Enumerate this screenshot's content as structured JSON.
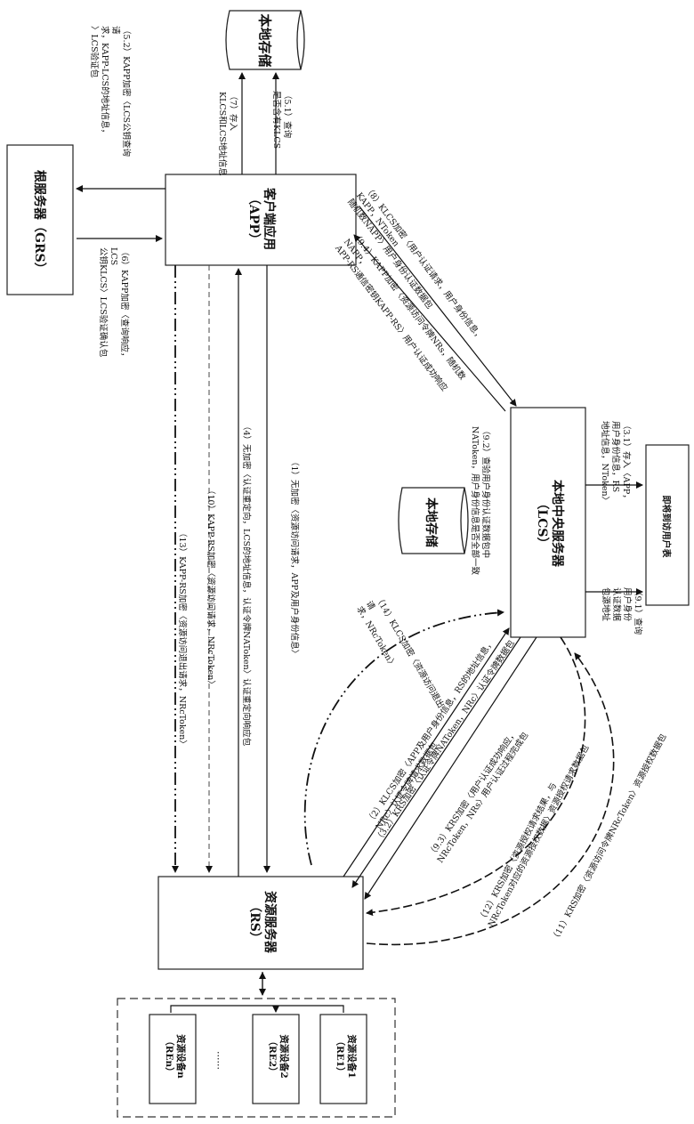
{
  "nodes": {
    "local_storage_top": "本地存储",
    "grs": "根服务器（GRS）",
    "app": "客户端应用\n（APP）",
    "lcs": "本地中央服务器\n（LCS）",
    "local_storage_lcs": "本地存储",
    "user_table": "即将到访用户表",
    "rs": "资源服务器\n（RS）",
    "re1": "资源设备1\n（RE1）",
    "re2": "资源设备2\n（RE2）",
    "ren": "资源设备n\n（REn）",
    "ellipsis": "......"
  },
  "messages": {
    "m5_1": "（5.1）查询\n是否含有KLCS",
    "m7": "（7）存入\nKLCS和LCS地址信息",
    "m5_2": "（5.2）KAPP加密〈LCS公钥查询请\n求，KAPP-LCS的地址信息，\n〉LCS验证包",
    "m6": "（6）KAPP加密〈查询响应，LCS\n公钥KLCS〉LCS验证确认包",
    "m8": "（8）KLCS加密〈用户认证请求，用户身份信息，KAPP，NToken\n随机数NAPP〉用户身份认证数据包",
    "m9_4": "（9.4）KAPP加密〈资源访问令牌NRs，随机数NAPP，\nAPP-RS通信密钥KAPP-RS〉用户认证成功响应",
    "m9_2": "（9.2）查验用户身份认证数据包中\nNAToken，用户身份信息是否全部一致",
    "m3_1": "（3.1）存入〈APP，\n用户身份信息，RS\n地址信息，NToken〉",
    "m9_1": "（9.1）查询\n用户身份\n认证数据\n包源地址",
    "m1": "（1）无加密〈资源访问请求，APP及用户身份信息〉",
    "m4": "（4）无加密〈认证重定向，LCS的地址信息，认证令牌NAToken〉认证重定向响应包",
    "m10": "（10）KAPP-RS加密〈资源访问请求，NRcToken〉",
    "m13": "（13）KAPP-RS加密〈资源访问退出请求，NRcToken〉",
    "m14": "（14）KLCS加密〈资源访问退出请\n求，NRcToken〉",
    "m2": "（2）KLCS加密〈APP及用户身份信息，RS的地址信息，\nNRc〉认证令牌请求数据包",
    "m3_2": "（3.2）KRS加密〈认证令牌NAToken，NRc〉认证令牌数据包",
    "m9_3": "（9.3）KRS加密〈用户认证成功响应，\nNRcToken，NRs〉用户认证过程完成包",
    "m12": "（12）KRS加密〈资源授权请求结果，与\nNRcToken对应的资源授权数据〉资源授权请求数据包",
    "m11": "（11）KRS加密〈资源访问令牌NRcToken〉资源授权数据包"
  }
}
